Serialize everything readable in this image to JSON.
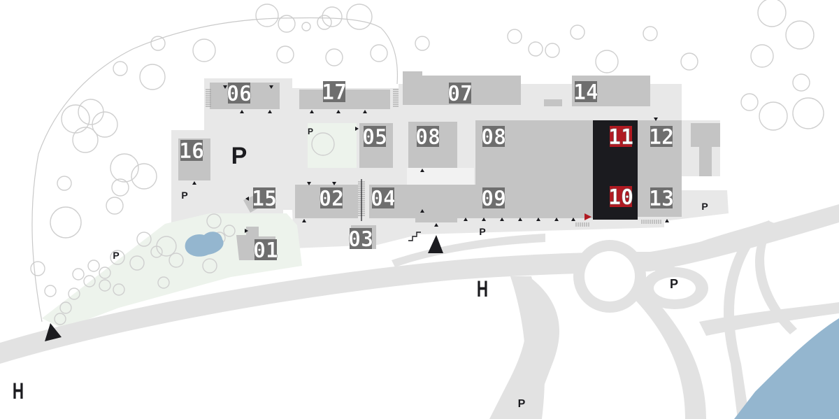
{
  "colors": {
    "building": "#c4c4c4",
    "ground": "#e8e8e8",
    "road": "#e2e2e2",
    "green": "#edf3ec",
    "highlight": "#1b1b1f",
    "accent": "#b01a22",
    "water": "#94b6cf",
    "tree_stroke": "#cfcfcf",
    "label_box": "#6e6e6e",
    "label_text": "#ffffff",
    "marker": "#1b1b1f"
  },
  "buildings": [
    {
      "id": "06",
      "label": "06",
      "highlight": false
    },
    {
      "id": "17",
      "label": "17",
      "highlight": false
    },
    {
      "id": "07",
      "label": "07",
      "highlight": false
    },
    {
      "id": "14",
      "label": "14",
      "highlight": false
    },
    {
      "id": "16",
      "label": "16",
      "highlight": false
    },
    {
      "id": "05",
      "label": "05",
      "highlight": false
    },
    {
      "id": "08a",
      "label": "08",
      "highlight": false
    },
    {
      "id": "08b",
      "label": "08",
      "highlight": false
    },
    {
      "id": "11",
      "label": "11",
      "highlight": true
    },
    {
      "id": "12",
      "label": "12",
      "highlight": false
    },
    {
      "id": "15",
      "label": "15",
      "highlight": false
    },
    {
      "id": "02",
      "label": "02",
      "highlight": false
    },
    {
      "id": "04",
      "label": "04",
      "highlight": false
    },
    {
      "id": "09",
      "label": "09",
      "highlight": false
    },
    {
      "id": "10",
      "label": "10",
      "highlight": true
    },
    {
      "id": "13",
      "label": "13",
      "highlight": false
    },
    {
      "id": "03",
      "label": "03",
      "highlight": false
    },
    {
      "id": "01",
      "label": "01",
      "highlight": false
    }
  ],
  "parking": {
    "symbol": "P"
  },
  "bus_stop": {
    "symbol": "H"
  },
  "icons": {
    "entrance": "entrance-triangle-icon",
    "main_entrance": "main-entrance-arrow-icon",
    "stairs": "stairs-icon",
    "parking": "parking-icon",
    "bus_stop": "bus-stop-icon",
    "tree": "tree-icon"
  }
}
